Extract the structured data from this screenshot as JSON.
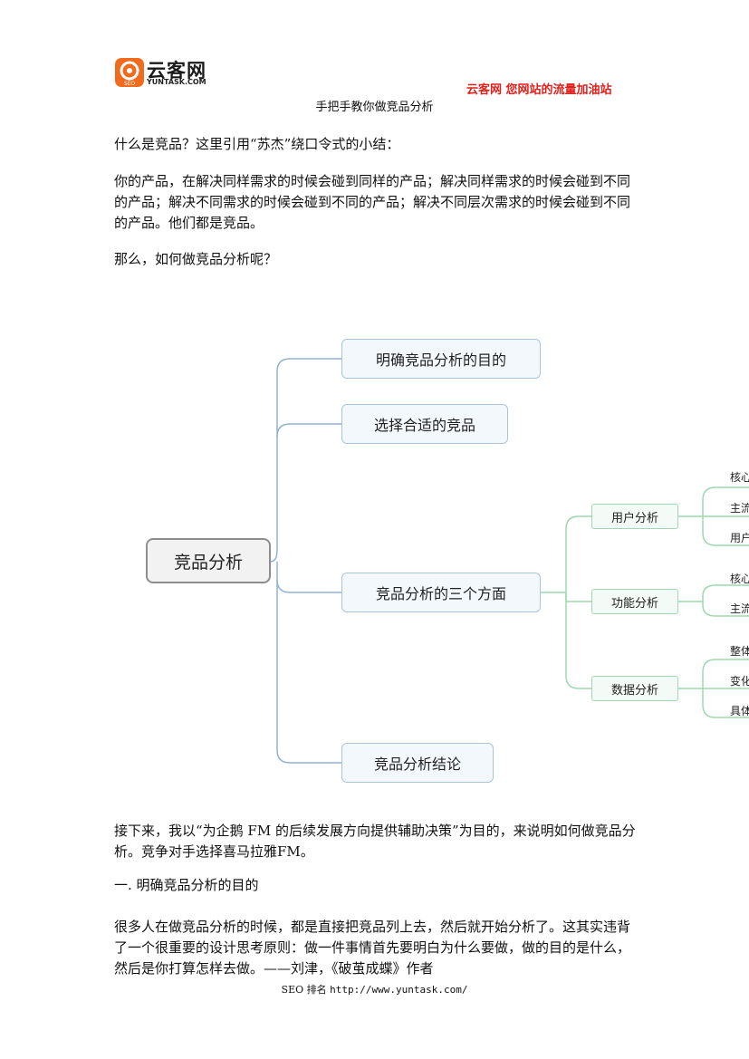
{
  "header": {
    "logo_text": "云客网",
    "logo_sub": "YUNTASK.COM",
    "logo_badge_text": "SEO",
    "slogan": "云客网  您网站的流量加油站"
  },
  "doc_title": "手把手教你做竞品分析",
  "paragraphs": [
    "什么是竞品？这里引用“苏杰”绕口令式的小结：",
    "你的产品，在解决同样需求的时候会碰到同样的产品；解决同样需求的时候会碰到不同的产品；解决不同需求的时候会碰到不同的产品；解决不同层次需求的时候会碰到不同的产品。他们都是竞品。",
    "那么，如何做竞品分析呢？",
    "接下来，我以“为企鹅 FM 的后续发展方向提供辅助决策”为目的，来说明如何做竞品分析。竞争对手选择喜马拉雅FM。",
    "一. 明确竞品分析的目的",
    "很多人在做竞品分析的时候，都是直接把竞品列上去，然后就开始分析了。这其实违背了一个很重要的设计思考原则：做一件事情首先要明白为什么要做，做的目的是什么，然后是你打算怎样去做。——刘津，《破茧成蝶》作者"
  ],
  "mindmap": {
    "root": "竞品分析",
    "branches": [
      "明确竞品分析的目的",
      "选择合适的竞品",
      "竞品分析的三个方面",
      "竞品分析结论"
    ],
    "sub_branches": [
      "用户分析",
      "功能分析",
      "数据分析"
    ],
    "leaves": {
      "user": [
        "核心",
        "主流",
        "用户"
      ],
      "function": [
        "核心",
        "主流"
      ],
      "data": [
        "整体",
        "变化",
        "具体"
      ]
    }
  },
  "footer": {
    "prefix": "SEO 排名 ",
    "url": "http://www.yuntask.com/"
  }
}
